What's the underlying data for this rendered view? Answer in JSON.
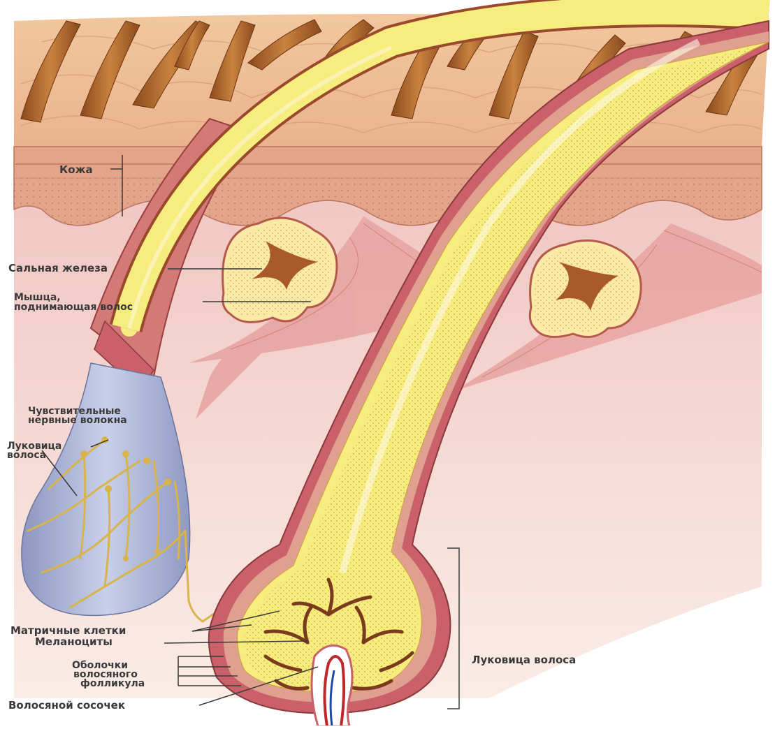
{
  "labels": {
    "skin": "Кожа",
    "sebaceous_gland": "Сальная железа",
    "muscle_line1": "Мышца,",
    "muscle_line2": "поднимающая волос",
    "nerve_line1": "Чувствительные",
    "nerve_line2": "нервные волокна",
    "bulb_small_line1": "Луковица",
    "bulb_small_line2": "волоса",
    "matrix_cells": "Матричные клетки",
    "melanocytes": "Меланоциты",
    "sheaths_line1": "Оболочки",
    "sheaths_line2": "волосяного",
    "sheaths_line3": "фолликула",
    "papilla": "Волосяной сосочек",
    "bulb_large": "Луковица волоса"
  },
  "colors": {
    "background": "#ffffff",
    "hair_surface": "#b66a2c",
    "epidermis": "#e9b08c",
    "dermis": "#f4c9bb",
    "follicle_sheath": "#c96a6e",
    "hair_shaft": "#f7ec7e",
    "nerve_fibers": "#d9b44a",
    "bulb_capsule": "#a9b3d6",
    "melanocytes": "#7a3a1e",
    "label_text": "#3a3a3a"
  }
}
